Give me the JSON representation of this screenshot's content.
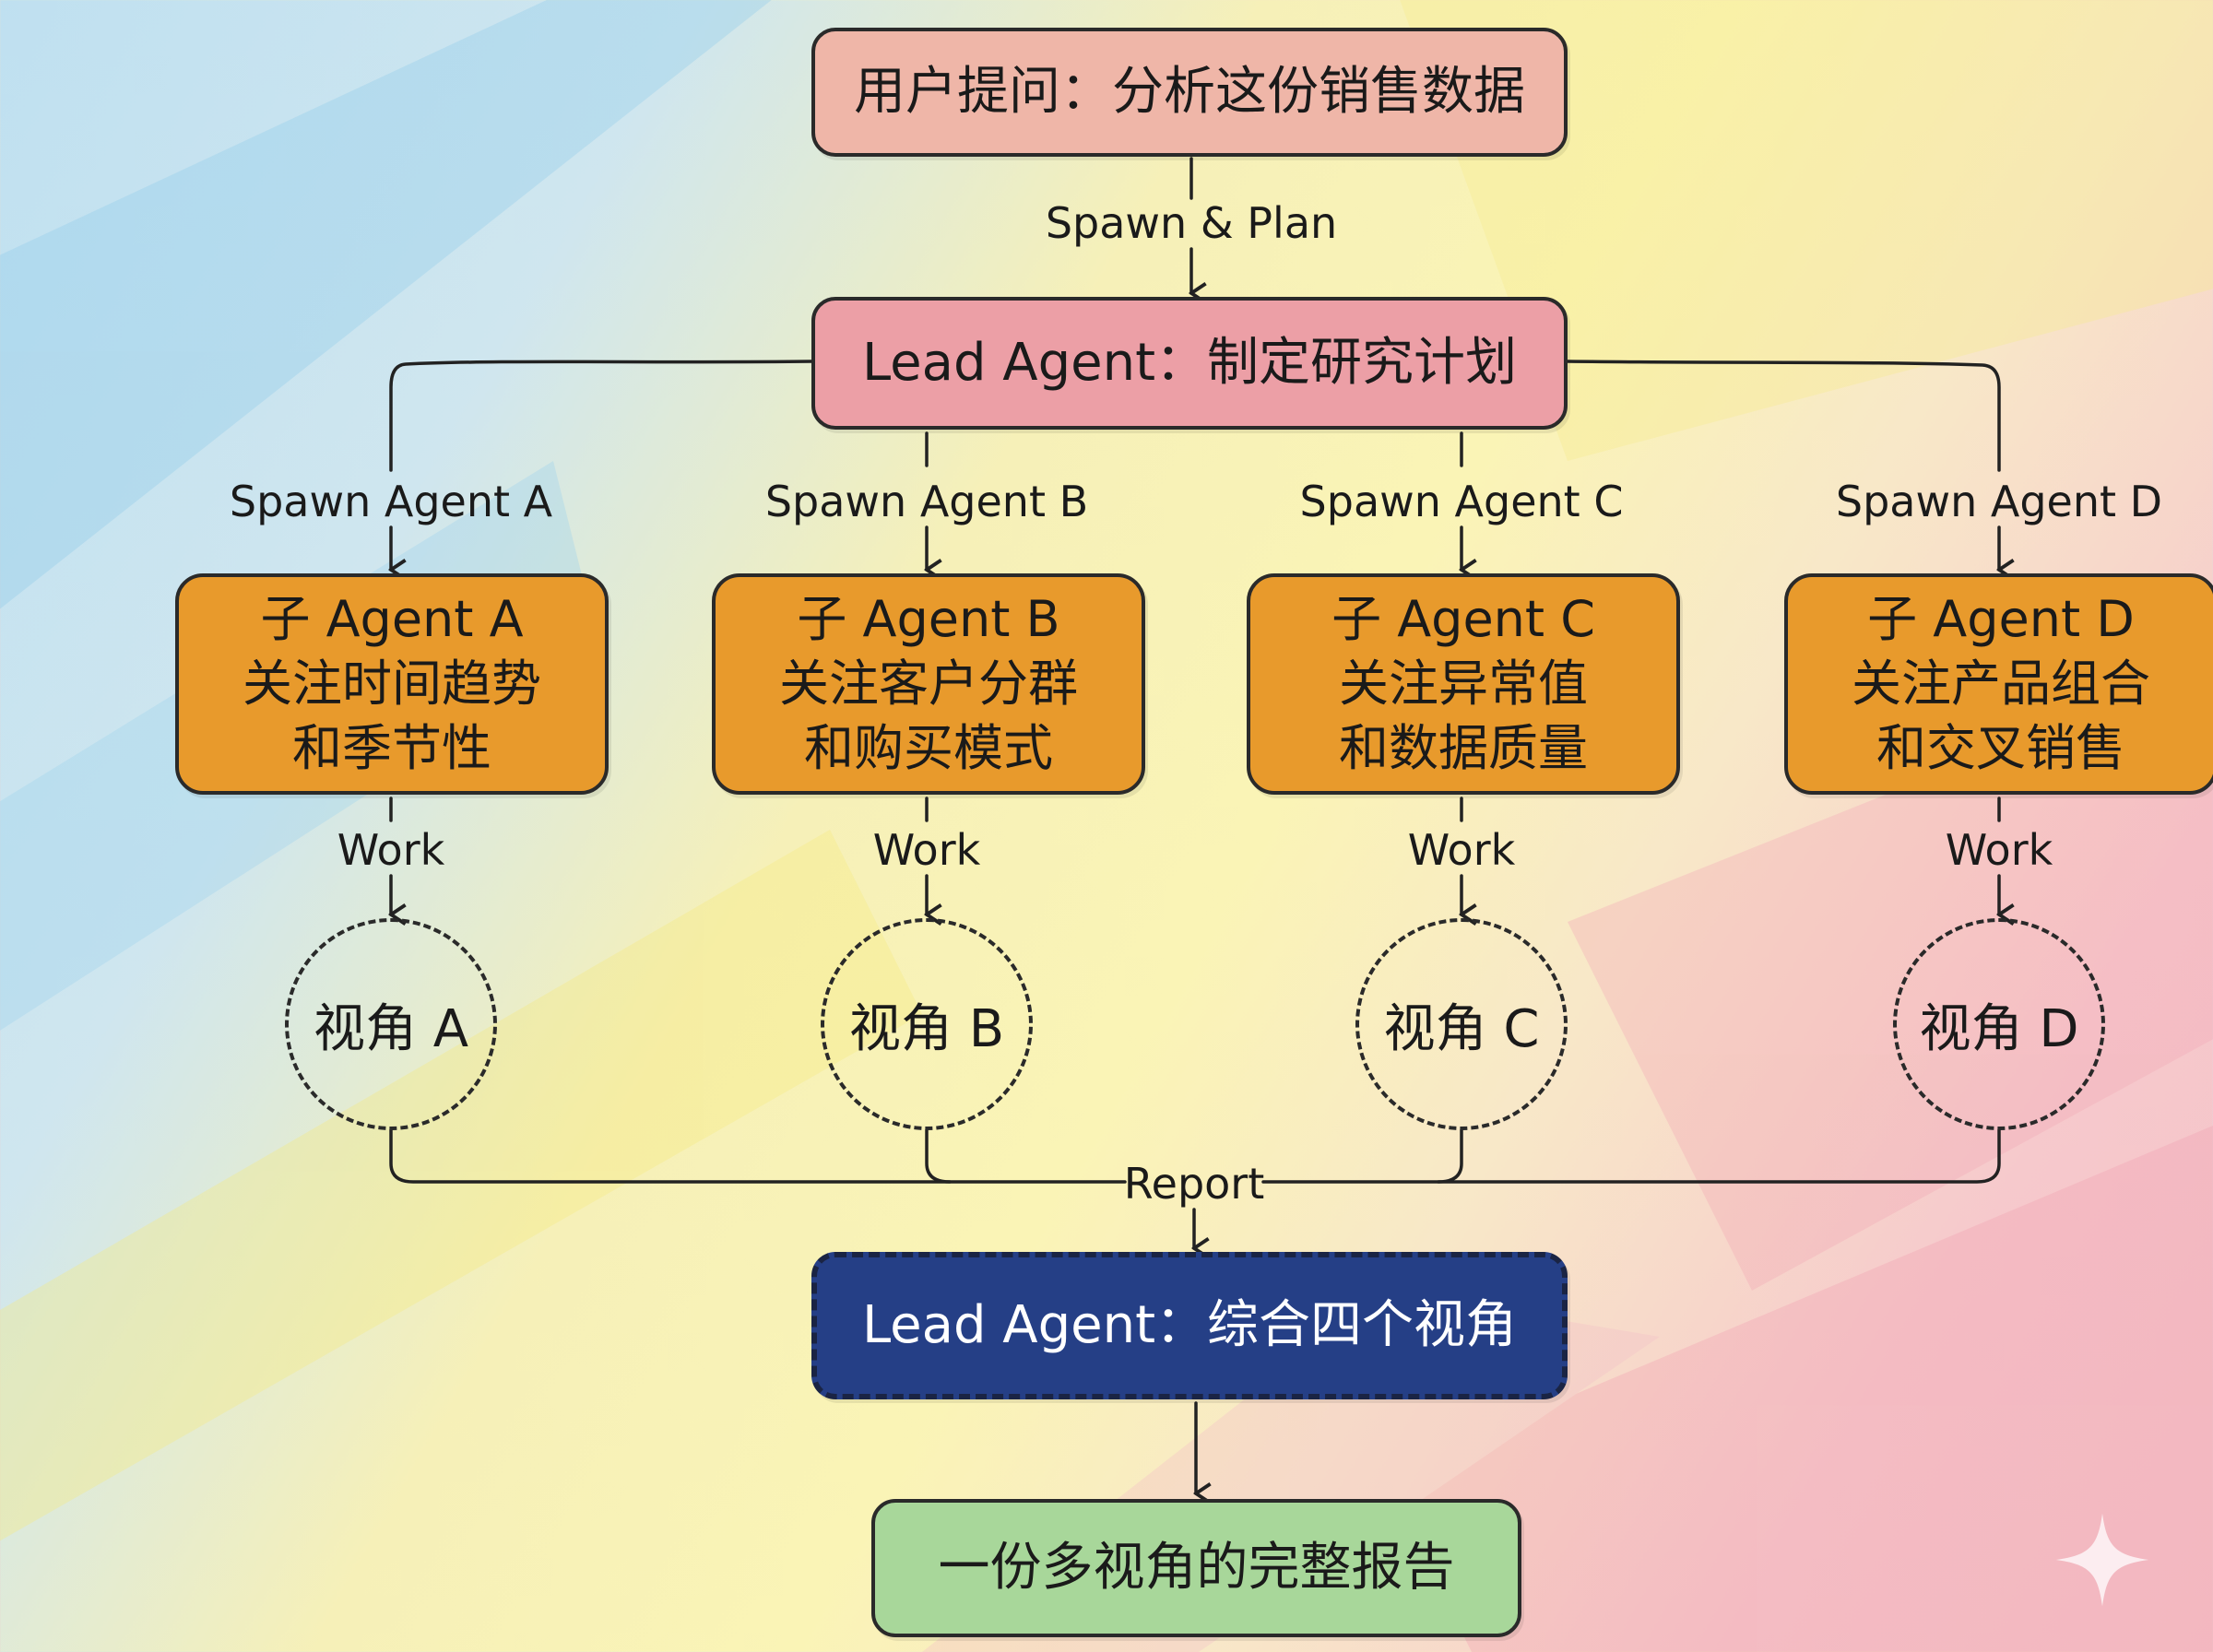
{
  "user_question": "用户提问：分析这份销售数据",
  "edge_spawn_plan": "Spawn & Plan",
  "lead_plan": "Lead Agent：制定研究计划",
  "sub_agents": [
    {
      "spawn": "Spawn Agent A",
      "line1": "子 Agent A",
      "line2": "关注时间趋势",
      "line3": "和季节性",
      "work": "Work",
      "view": "视角 A"
    },
    {
      "spawn": "Spawn Agent B",
      "line1": "子 Agent B",
      "line2": "关注客户分群",
      "line3": "和购买模式",
      "work": "Work",
      "view": "视角 B"
    },
    {
      "spawn": "Spawn Agent C",
      "line1": "子 Agent C",
      "line2": "关注异常值",
      "line3": "和数据质量",
      "work": "Work",
      "view": "视角 C"
    },
    {
      "spawn": "Spawn Agent D",
      "line1": "子 Agent D",
      "line2": "关注产品组合",
      "line3": "和交叉销售",
      "work": "Work",
      "view": "视角 D"
    }
  ],
  "edge_report": "Report",
  "lead_synthesis": "Lead Agent：综合四个视角",
  "final_report": "一份多视角的完整报告",
  "colors": {
    "user_box": "#efb6a8",
    "lead_plan_box": "#ec9fa6",
    "sub_agent_box": "#e89a2c",
    "lead_synthesis_box": "#253f86",
    "final_box": "#a8d79a"
  }
}
